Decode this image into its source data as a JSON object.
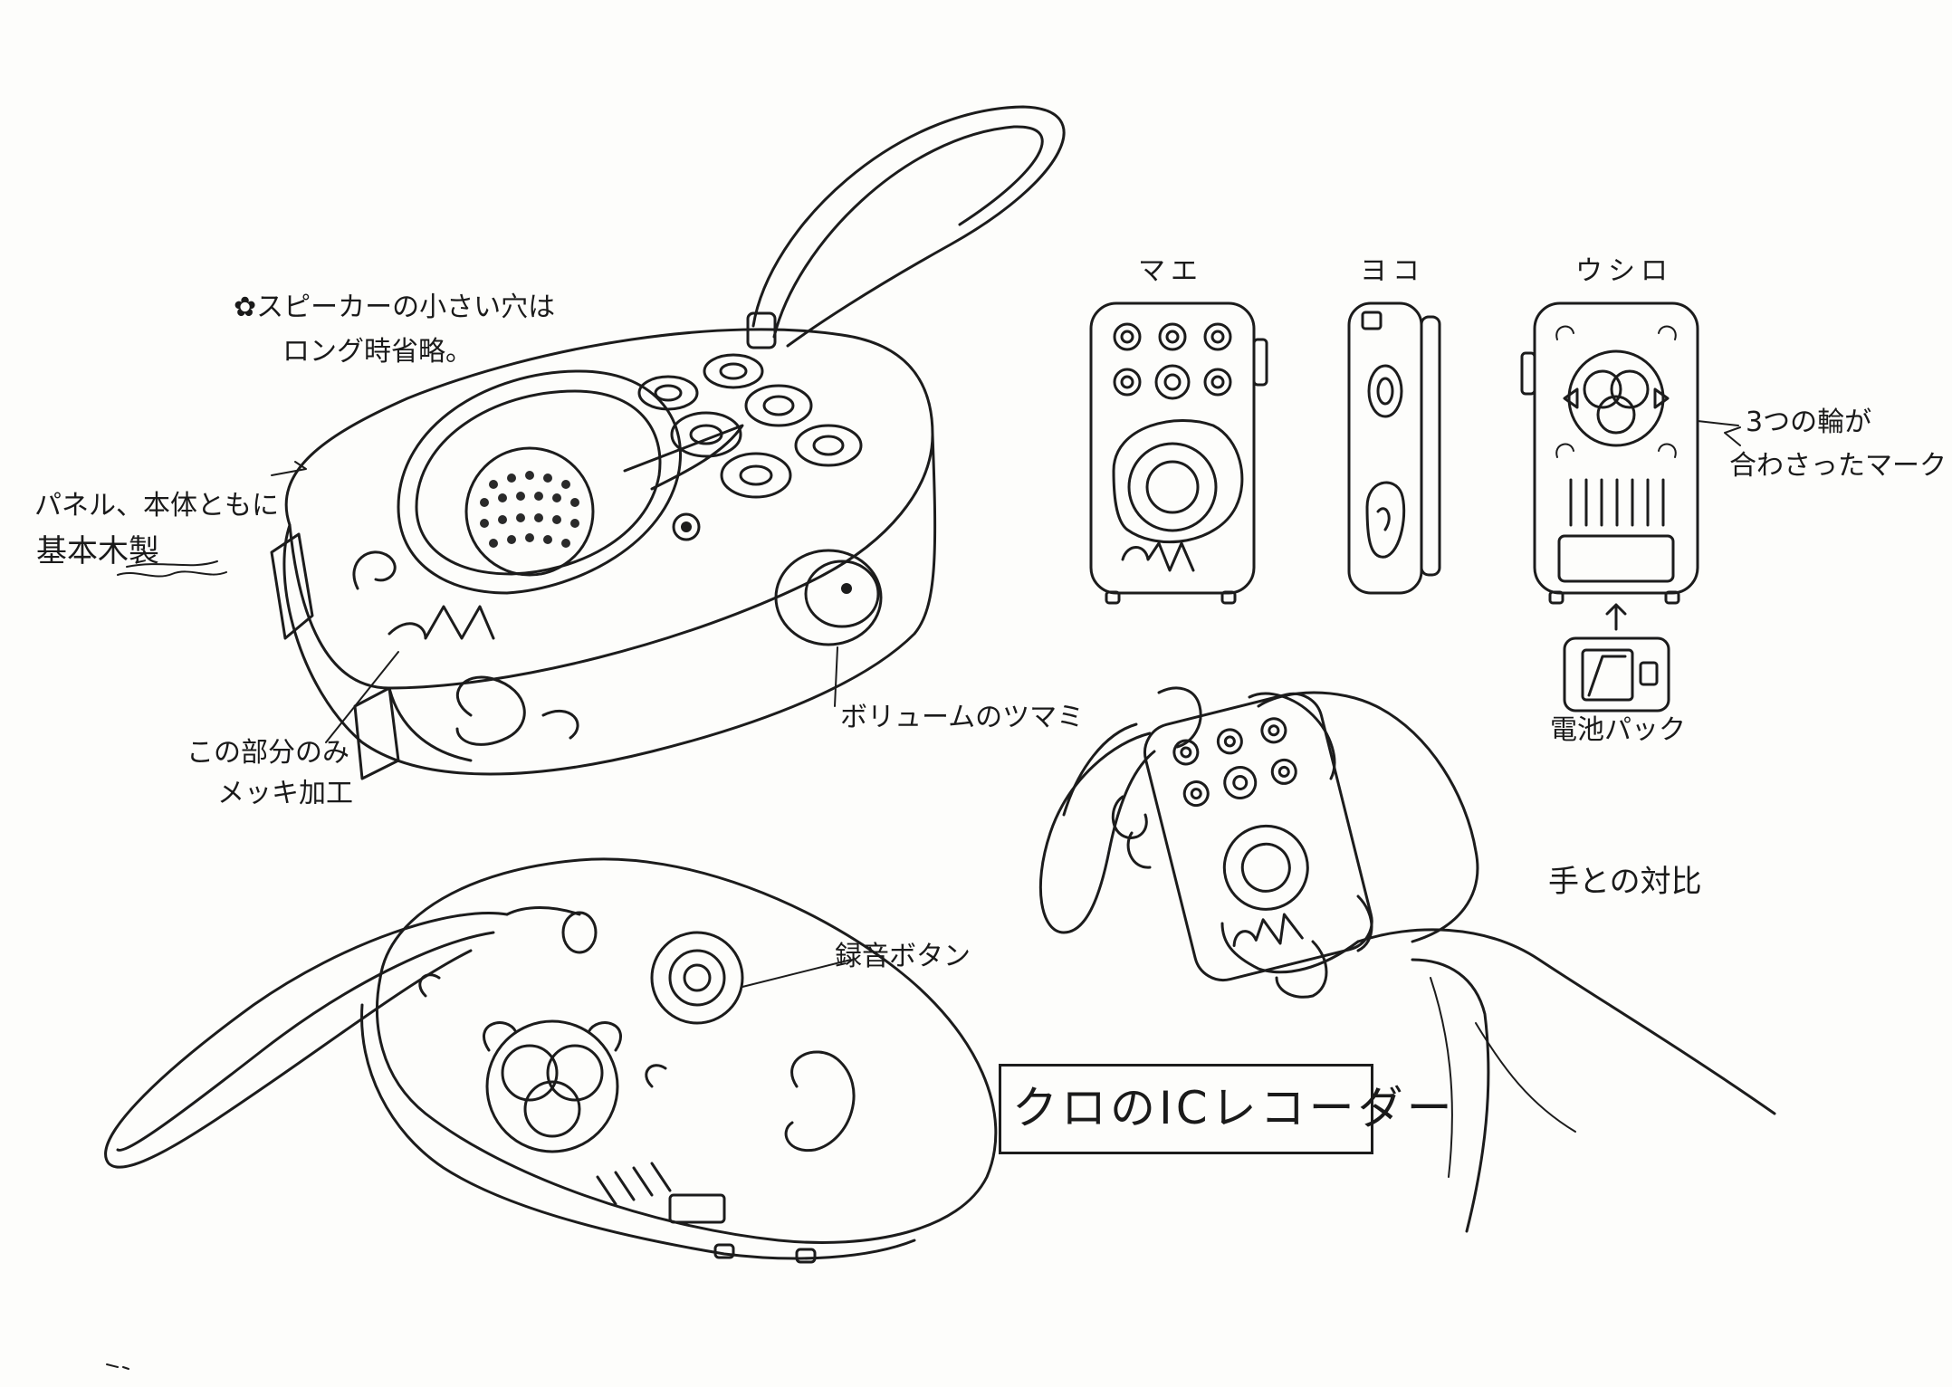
{
  "title": "クロのICレコーダー",
  "notes": {
    "speaker_note_line1": "✿スピーカーの小さい穴は",
    "speaker_note_line2": "ロング時省略。",
    "material_line1": "パネル、本体ともに",
    "material_line2": "基本木製",
    "plating_line1": "この部分のみ",
    "plating_line2": "メッキ加工",
    "volume_knob": "ボリュームのツマミ",
    "record_button": "録音ボタン",
    "mark_line1": "3つの輪が",
    "mark_line2": "合わさったマーク",
    "battery_pack": "電池パック",
    "hand_comparison": "手との対比"
  },
  "views": {
    "front": "マエ",
    "side": "ヨコ",
    "back": "ウシロ"
  }
}
